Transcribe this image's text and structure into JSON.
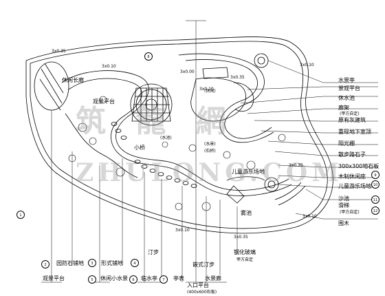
{
  "watermark": {
    "cn": "筑 龍 網",
    "en": "ZHULONG.COM"
  },
  "right_labels": [
    {
      "text": "水景亭"
    },
    {
      "text": "景观平台"
    },
    {
      "text": "休水池"
    },
    {
      "text": "廊架"
    },
    {
      "text": "(甲方自定)"
    },
    {
      "text": "原有灰建筑"
    },
    {
      "text": "重现地下室顶"
    },
    {
      "text": "阳光棚"
    },
    {
      "text": "散步路石子"
    },
    {
      "text": "300x300地石板"
    },
    {
      "text": "木制休闲座"
    },
    {
      "text": "儿童游乐场地"
    },
    {
      "text": "沙池"
    },
    {
      "text": "滑梯"
    },
    {
      "text": "(甲方自定)"
    },
    {
      "text": "围木"
    }
  ],
  "bottom_labels": [
    {
      "text": "观景平台"
    },
    {
      "text": "休闲小水景"
    },
    {
      "text": "临水亭"
    },
    {
      "text": "亭表"
    },
    {
      "text": "入口平台"
    },
    {
      "text": "(400x600石板)"
    },
    {
      "text": "水景廊"
    }
  ],
  "lower_labels": [
    {
      "text": "园防石铺地"
    },
    {
      "text": "形式铺地"
    },
    {
      "text": "汀步"
    },
    {
      "text": "嵌式汀步"
    },
    {
      "text": "钢化玻璃"
    },
    {
      "text": "甲方自定"
    },
    {
      "text": "小桥"
    }
  ],
  "plan_labels": [
    {
      "text": "休闲长廊"
    },
    {
      "text": "观景平台"
    },
    {
      "text": "儿童游乐场地"
    },
    {
      "text": "雾池"
    },
    {
      "text": "(水池)"
    },
    {
      "text": "(休闲)"
    },
    {
      "text": "(水景)"
    },
    {
      "text": "(石桥)"
    }
  ],
  "circle_markers": [
    "1",
    "2",
    "3",
    "4",
    "5",
    "6",
    "7",
    "8",
    "9",
    "10",
    "11",
    "12"
  ],
  "elevations": [
    "3x0.35",
    "3x0.10",
    "3x0.00",
    "3x0.35",
    "3x0.10",
    "3x0.10",
    "3x0.35",
    "3x0.10",
    "3x0.35",
    "3x0.10"
  ]
}
